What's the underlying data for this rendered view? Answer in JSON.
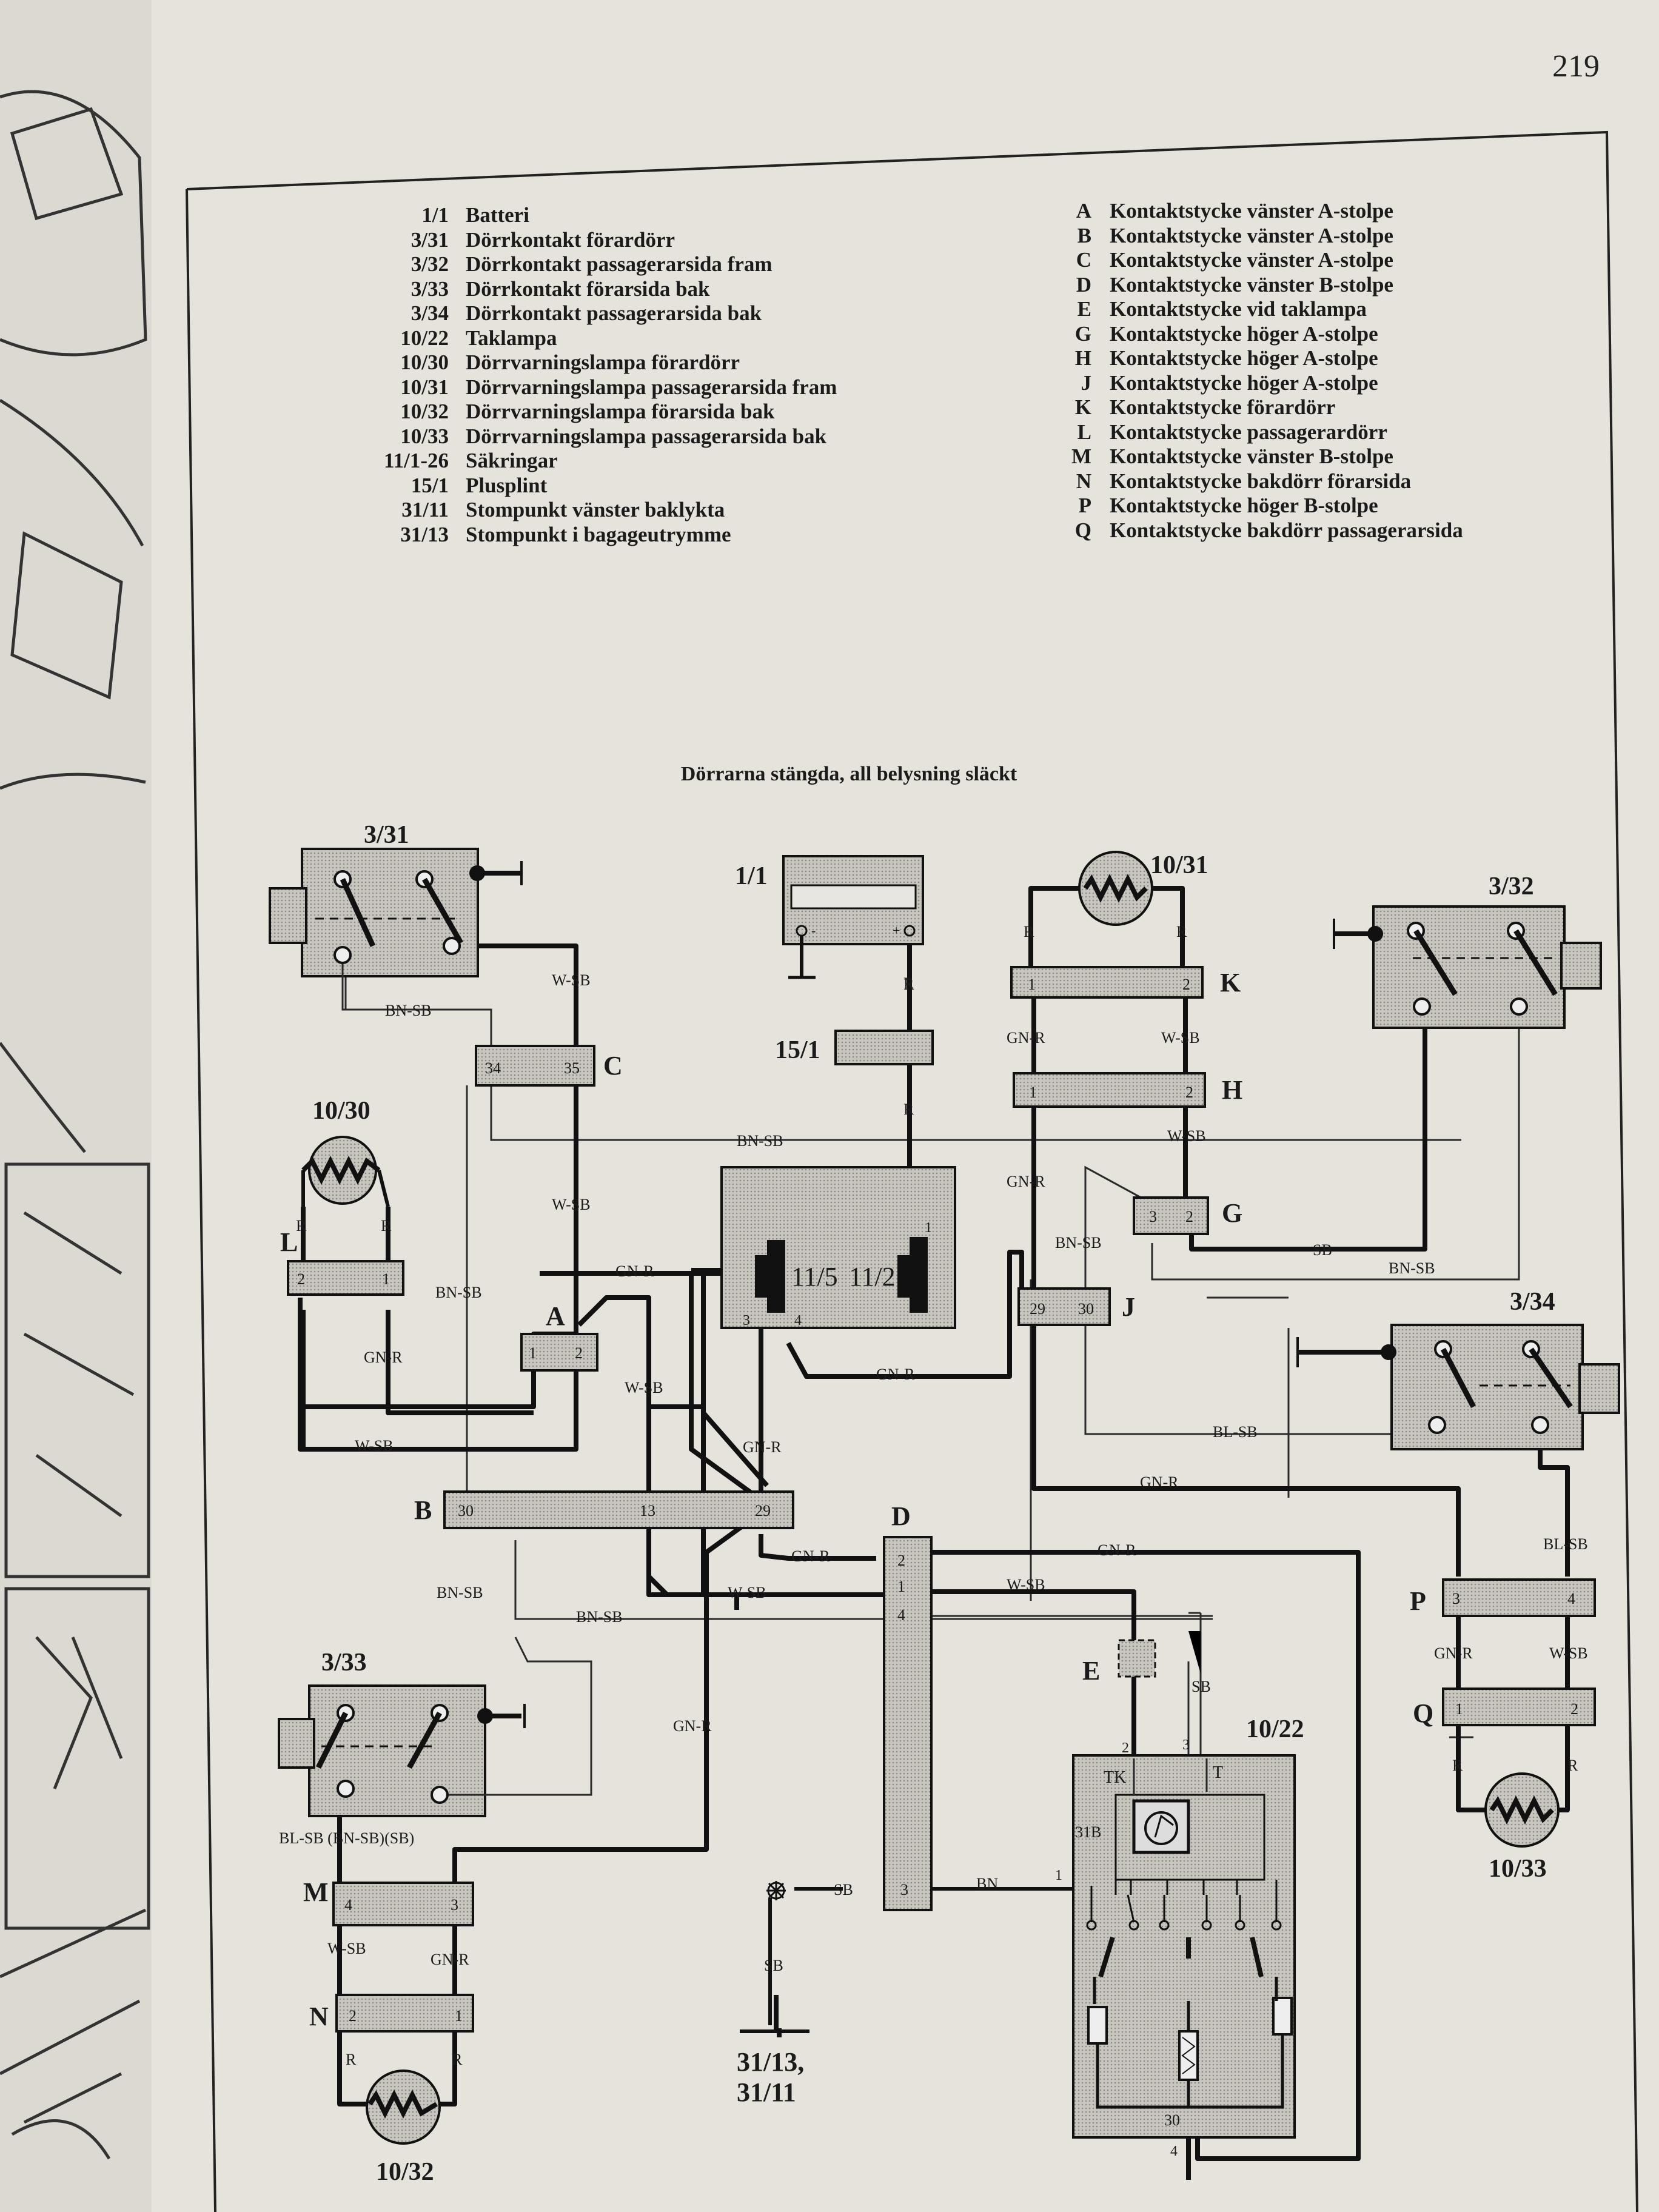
{
  "page_number": "219",
  "title": "Dörrarna stängda, all belysning släckt",
  "legend_left": [
    {
      "code": "1/1",
      "text": "Batteri"
    },
    {
      "code": "3/31",
      "text": "Dörrkontakt förardörr"
    },
    {
      "code": "3/32",
      "text": "Dörrkontakt passagerarsida fram"
    },
    {
      "code": "3/33",
      "text": "Dörrkontakt förarsida bak"
    },
    {
      "code": "3/34",
      "text": "Dörrkontakt passagerarsida bak"
    },
    {
      "code": "10/22",
      "text": "Taklampa"
    },
    {
      "code": "10/30",
      "text": "Dörrvarningslampa förardörr"
    },
    {
      "code": "10/31",
      "text": "Dörrvarningslampa passagerarsida fram"
    },
    {
      "code": "10/32",
      "text": "Dörrvarningslampa förarsida bak"
    },
    {
      "code": "10/33",
      "text": "Dörrvarningslampa passagerarsida bak"
    },
    {
      "code": "11/1-26",
      "text": "Säkringar"
    },
    {
      "code": "15/1",
      "text": "Plusplint"
    },
    {
      "code": "31/11",
      "text": "Stompunkt vänster baklykta"
    },
    {
      "code": "31/13",
      "text": "Stompunkt i bagageutrymme"
    }
  ],
  "legend_right": [
    {
      "code": "A",
      "text": "Kontaktstycke vänster A-stolpe"
    },
    {
      "code": "B",
      "text": "Kontaktstycke vänster A-stolpe"
    },
    {
      "code": "C",
      "text": "Kontaktstycke vänster A-stolpe"
    },
    {
      "code": "D",
      "text": "Kontaktstycke vänster B-stolpe"
    },
    {
      "code": "E",
      "text": "Kontaktstycke vid taklampa"
    },
    {
      "code": "G",
      "text": "Kontaktstycke höger A-stolpe"
    },
    {
      "code": "H",
      "text": "Kontaktstycke höger A-stolpe"
    },
    {
      "code": "J",
      "text": "Kontaktstycke höger A-stolpe"
    },
    {
      "code": "K",
      "text": "Kontaktstycke förardörr"
    },
    {
      "code": "L",
      "text": "Kontaktstycke passagerardörr"
    },
    {
      "code": "M",
      "text": "Kontaktstycke vänster B-stolpe"
    },
    {
      "code": "N",
      "text": "Kontaktstycke bakdörr förarsida"
    },
    {
      "code": "P",
      "text": "Kontaktstycke höger B-stolpe"
    },
    {
      "code": "Q",
      "text": "Kontaktstycke bakdörr passagerarsida"
    }
  ],
  "diagram": {
    "components": {
      "c331": "3/31",
      "c11": "1/1",
      "c1031": "10/31",
      "c332": "3/32",
      "c151": "15/1",
      "c1030": "10/30",
      "c115": "11/5",
      "c112": "11/2",
      "c334": "3/34",
      "c333": "3/33",
      "c1022": "10/22",
      "c1033": "10/33",
      "c1032": "10/32",
      "ground1": "31/13,",
      "ground2": "31/11"
    },
    "connectors": {
      "K": "K",
      "C": "C",
      "H": "H",
      "G": "G",
      "L": "L",
      "A": "A",
      "J": "J",
      "B": "B",
      "D": "D",
      "E": "E",
      "P": "P",
      "Q": "Q",
      "M": "M",
      "N": "N"
    },
    "wires": {
      "wsb": "W-SB",
      "bnsb": "BN-SB",
      "gnr": "GN-R",
      "r": "R",
      "sb": "SB",
      "blsb": "BL-SB",
      "bn": "BN",
      "blsb_group": "BL-SB (BN-SB)(SB)",
      "lamp_tk": "TK",
      "lamp_t": "T",
      "lamp_31b": "31B"
    }
  }
}
